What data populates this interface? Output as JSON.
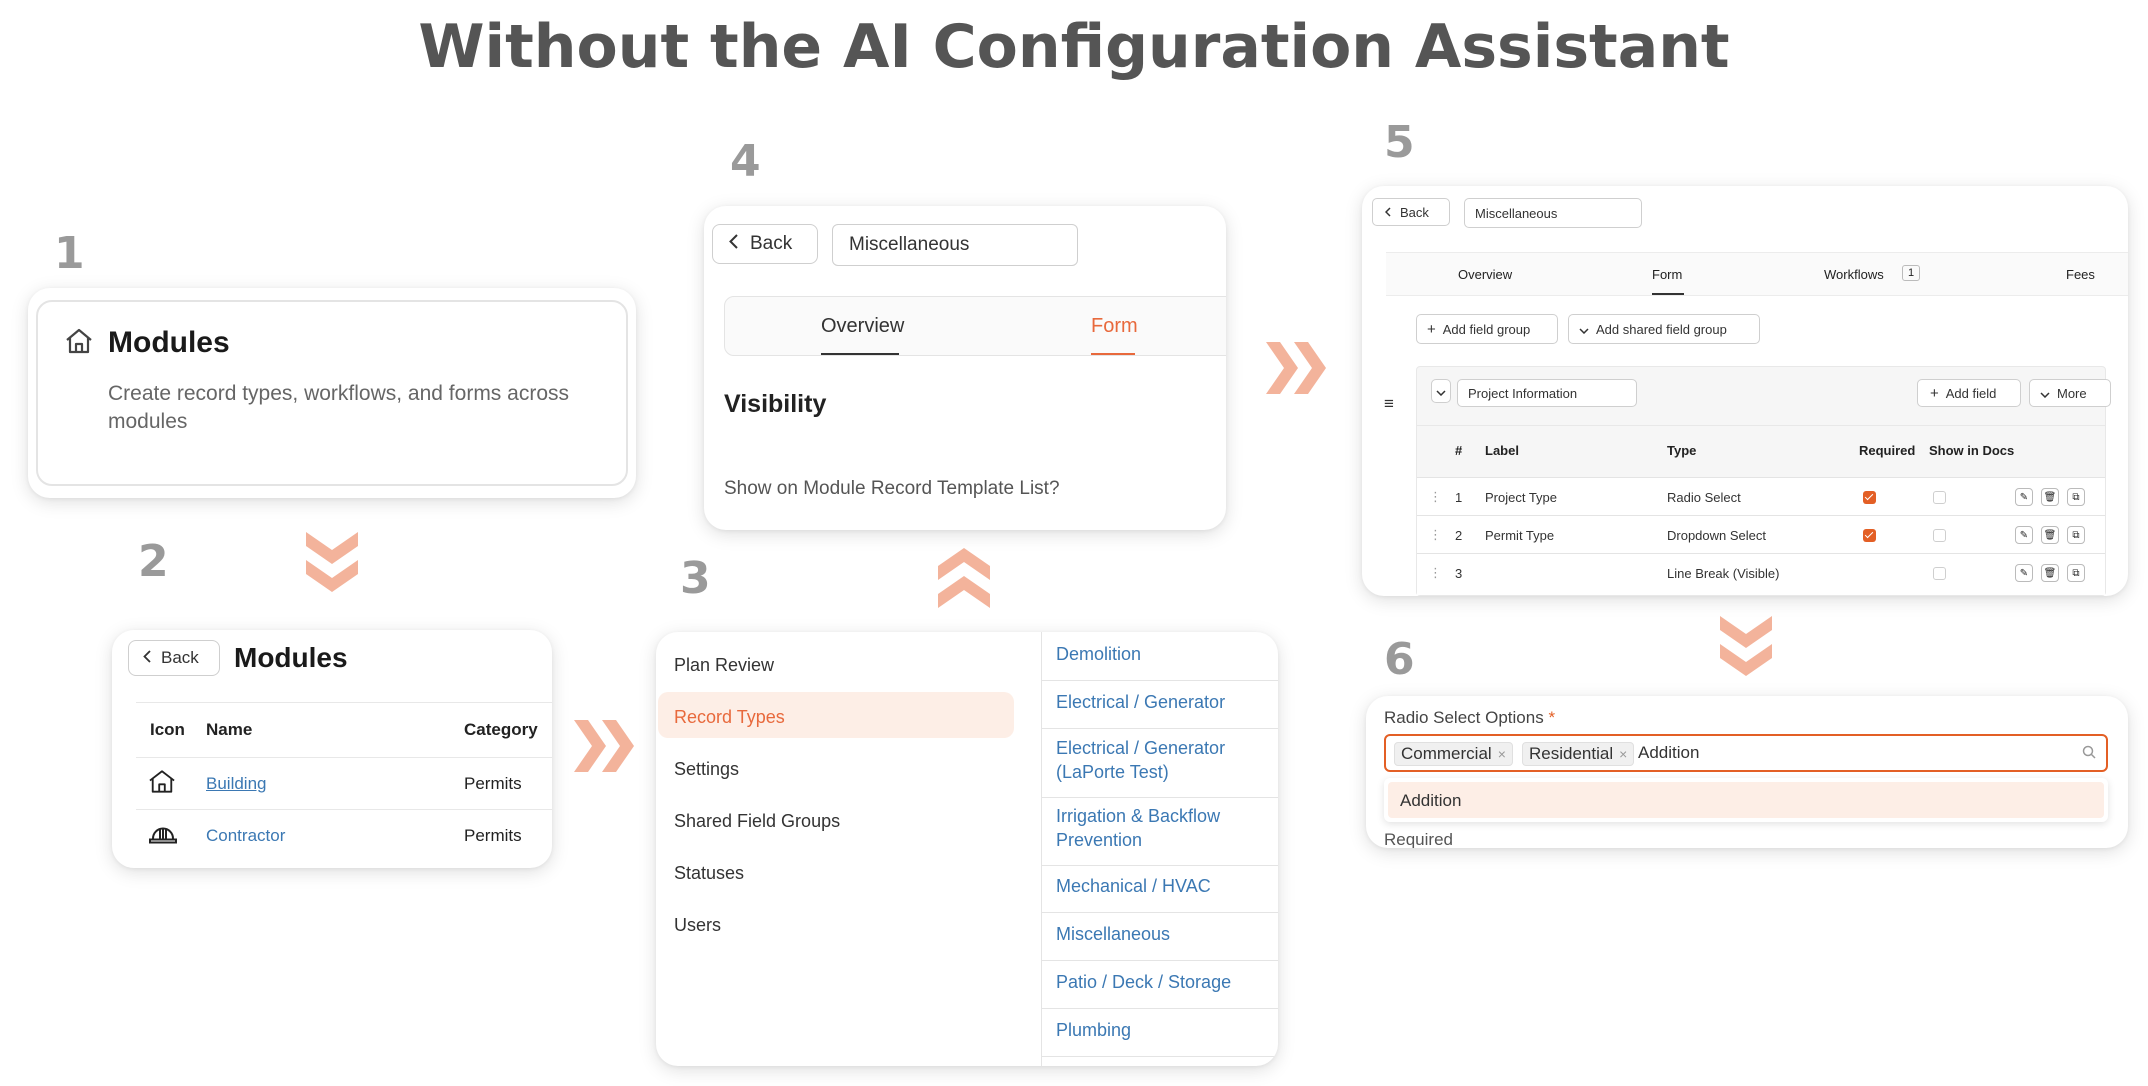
{
  "title": "Without the AI Configuration Assistant",
  "steps": [
    "1",
    "2",
    "3",
    "4",
    "5",
    "6"
  ],
  "panel1": {
    "icon": "home-icon",
    "title": "Modules",
    "description": "Create record types, workflows, and forms across modules"
  },
  "panel2": {
    "back_label": "Back",
    "title": "Modules",
    "columns": [
      "Icon",
      "Name",
      "Category"
    ],
    "rows": [
      {
        "icon": "home-icon",
        "name": "Building",
        "category": "Permits"
      },
      {
        "icon": "hard-hat-icon",
        "name": "Contractor",
        "category": "Permits"
      }
    ]
  },
  "panel3": {
    "menu": [
      "Plan Review",
      "Record Types",
      "Settings",
      "Shared Field Groups",
      "Statuses",
      "Users"
    ],
    "selected": "Record Types",
    "record_types": [
      "Demolition",
      "Electrical / Generator",
      "Electrical / Generator (LaPorte Test)",
      "Irrigation & Backflow Prevention",
      "Mechanical / HVAC",
      "Miscellaneous",
      "Patio / Deck / Storage",
      "Plumbing"
    ]
  },
  "panel4": {
    "back_label": "Back",
    "name_value": "Miscellaneous",
    "tabs": [
      "Overview",
      "Form"
    ],
    "section_title": "Visibility",
    "question": "Show on Module Record Template List?"
  },
  "panel5": {
    "back_label": "Back",
    "name_value": "Miscellaneous",
    "tabs": [
      "Overview",
      "Form",
      "Workflows",
      "Fees"
    ],
    "workflows_count": "1",
    "add_field_group": "Add field group",
    "add_shared_field_group": "Add shared field group",
    "group_name": "Project Information",
    "add_field": "Add field",
    "more": "More",
    "columns": [
      "#",
      "Label",
      "Type",
      "Required",
      "Show in Docs"
    ],
    "rows": [
      {
        "num": "1",
        "label": "Project Type",
        "type": "Radio Select",
        "required": true,
        "show_in_docs": false
      },
      {
        "num": "2",
        "label": "Permit Type",
        "type": "Dropdown Select",
        "required": true,
        "show_in_docs": false
      },
      {
        "num": "3",
        "label": "",
        "type": "Line Break (Visible)",
        "required": false,
        "show_in_docs": false
      }
    ]
  },
  "panel6": {
    "label": "Radio Select Options",
    "required_mark": "*",
    "chips": [
      "Commercial",
      "Residential"
    ],
    "input_value": "Addition",
    "suggestion": "Addition",
    "next_label": "Required"
  },
  "colors": {
    "accent": "#e8693c",
    "chevron": "#f3b39b",
    "link": "#3b78b3",
    "selected_bg": "#fdeee6"
  }
}
